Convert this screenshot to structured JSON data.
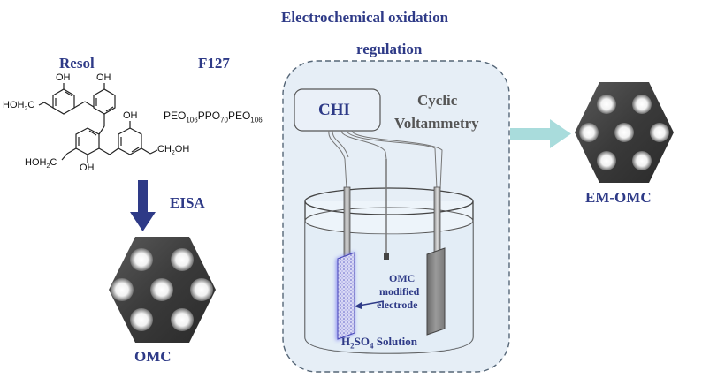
{
  "labels": {
    "title_line1": "Electrochemical oxidation",
    "title_line2": "regulation",
    "resol": "Resol",
    "f127": "F127",
    "peo_a": "PEO",
    "sub_106a": "106",
    "ppo": "PPO",
    "sub_70": "70",
    "peo_b": "PEO",
    "sub_106b": "106",
    "eisa": "EISA",
    "omc": "OMC",
    "em_omc": "EM-OMC",
    "chi": "CHI",
    "cv_line1": "Cyclic",
    "cv_line2": "Voltammetry",
    "electrode_line1": "OMC",
    "electrode_line2": "modified",
    "electrode_line3": "electrode",
    "solution_h": "H",
    "solution_sub2": "2",
    "solution_so": "SO",
    "solution_sub4": "4",
    "solution_rest": " Solution"
  },
  "molecule": {
    "hoh2c_top": "HOH",
    "hoh2c_top_sub": "2",
    "hoh2c_top_c": "C",
    "oh_1": "OH",
    "oh_2": "OH",
    "oh_3": "OH",
    "hoh2c_bottom": "HOH",
    "hoh2c_bottom_sub": "2",
    "hoh2c_bottom_c": "C",
    "oh_4": "OH",
    "ch2oh": "CH",
    "ch2oh_sub": "2",
    "ch2oh_oh": "OH"
  },
  "colors": {
    "navy": "#2e3a87",
    "arrow_teal": "#a9dcdc",
    "panel_fill": "#e6eef6",
    "panel_border": "#556677",
    "electrode_blue": "#5a5ad0",
    "gray_electrode": "#888888"
  }
}
